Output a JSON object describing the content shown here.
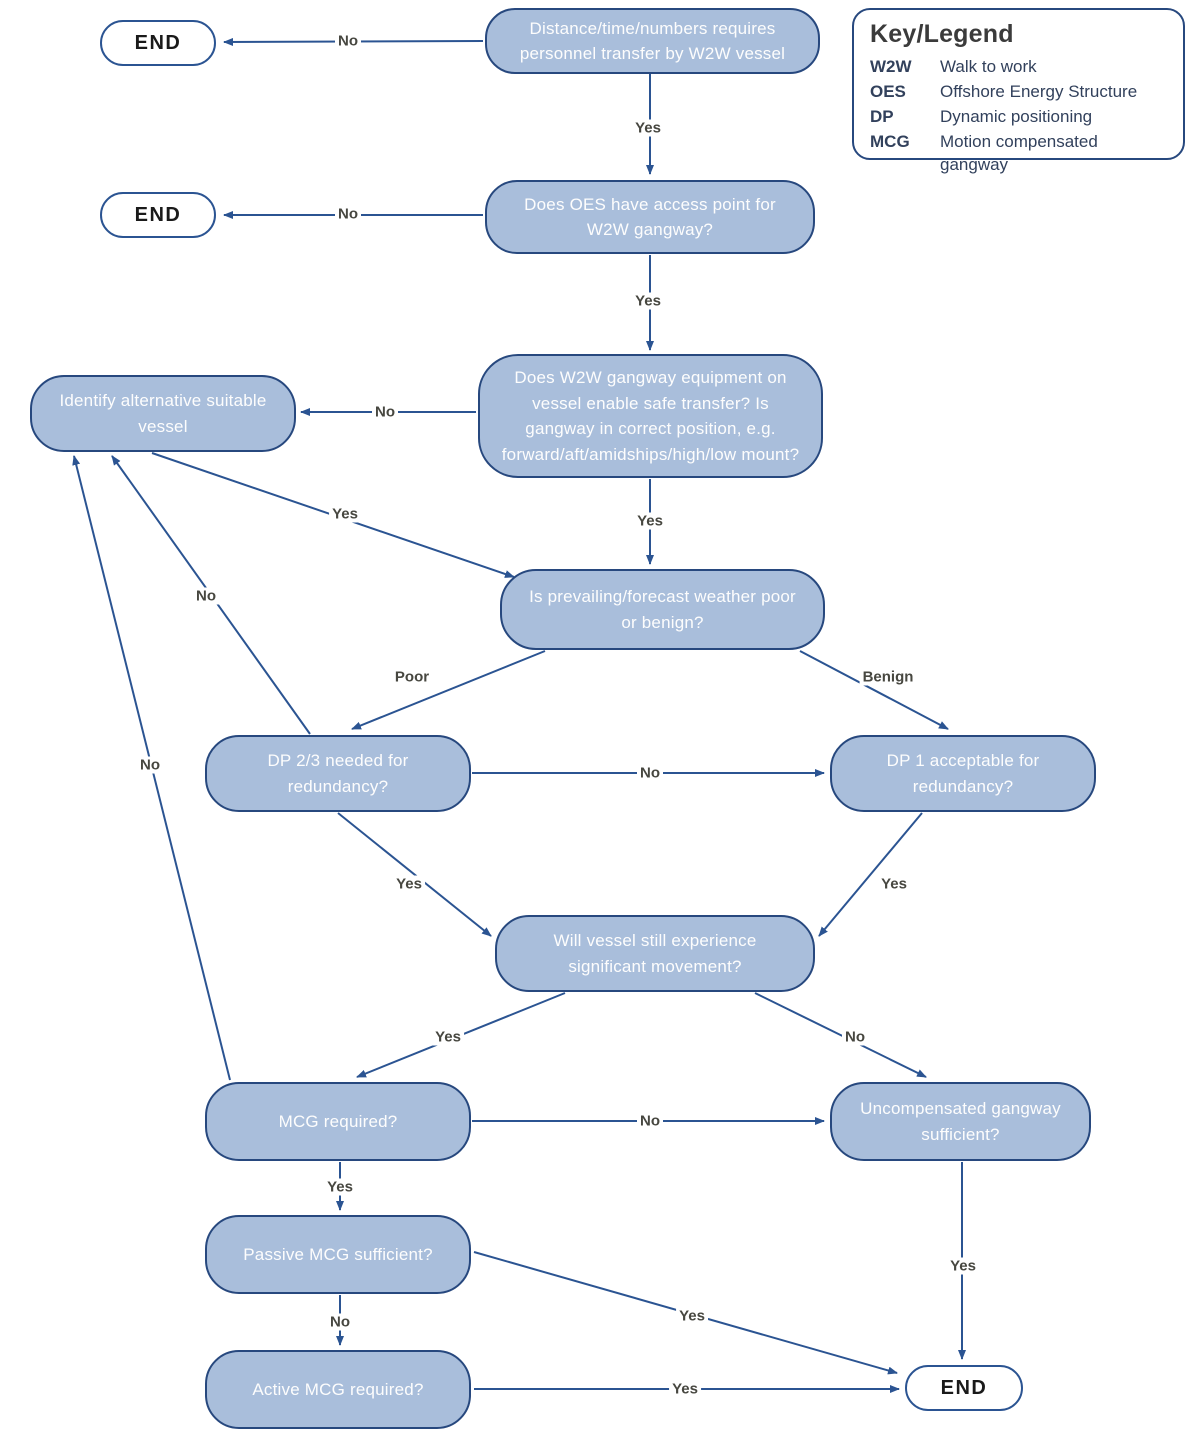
{
  "diagram": {
    "legend": {
      "title": "Key/Legend",
      "entries": [
        {
          "abbr": "W2W",
          "definition": "Walk to work"
        },
        {
          "abbr": "OES",
          "definition": "Offshore Energy Structure"
        },
        {
          "abbr": "DP",
          "definition": "Dynamic positioning"
        },
        {
          "abbr": "MCG",
          "definition": "Motion compensated gangway"
        }
      ]
    },
    "nodes": [
      {
        "id": "q1",
        "type": "question",
        "label": "Distance/time/numbers requires personnel transfer by W2W vessel"
      },
      {
        "id": "end-1",
        "type": "end",
        "label": "END"
      },
      {
        "id": "q2",
        "type": "question",
        "label": "Does OES have access point for W2W gangway?"
      },
      {
        "id": "end-2",
        "type": "end",
        "label": "END"
      },
      {
        "id": "q3",
        "type": "question",
        "label": "Does W2W gangway equipment on vessel enable safe transfer? Is gangway in correct position, e.g. forward/aft/amidships/high/low mount?"
      },
      {
        "id": "identify",
        "type": "process",
        "label": "Identify alternative suitable vessel"
      },
      {
        "id": "weather",
        "type": "question",
        "label": "Is prevailing/forecast weather poor or benign?"
      },
      {
        "id": "dp23",
        "type": "question",
        "label": "DP 2/3 needed for redundancy?"
      },
      {
        "id": "dp1",
        "type": "question",
        "label": "DP 1 acceptable for redundancy?"
      },
      {
        "id": "willmove",
        "type": "question",
        "label": "Will vessel still experience significant movement?"
      },
      {
        "id": "mcgreq",
        "type": "question",
        "label": "MCG required?"
      },
      {
        "id": "uncomp",
        "type": "question",
        "label": "Uncompensated gangway sufficient?"
      },
      {
        "id": "passive",
        "type": "question",
        "label": "Passive MCG sufficient?"
      },
      {
        "id": "active",
        "type": "question",
        "label": "Active MCG required?"
      },
      {
        "id": "end-3",
        "type": "end",
        "label": "END"
      }
    ],
    "edges": [
      {
        "from": "q1",
        "to": "end-1",
        "label": "No"
      },
      {
        "from": "q1",
        "to": "q2",
        "label": "Yes"
      },
      {
        "from": "q2",
        "to": "end-2",
        "label": "No"
      },
      {
        "from": "q2",
        "to": "q3",
        "label": "Yes"
      },
      {
        "from": "q3",
        "to": "identify",
        "label": "No"
      },
      {
        "from": "q3",
        "to": "weather",
        "label": "Yes"
      },
      {
        "from": "identify",
        "to": "weather",
        "label": "Yes"
      },
      {
        "from": "weather",
        "to": "dp23",
        "label": "Poor"
      },
      {
        "from": "weather",
        "to": "dp1",
        "label": "Benign"
      },
      {
        "from": "dp23",
        "to": "dp1",
        "label": "No"
      },
      {
        "from": "dp23",
        "to": "identify",
        "label": "No"
      },
      {
        "from": "dp23",
        "to": "willmove",
        "label": "Yes"
      },
      {
        "from": "dp1",
        "to": "willmove",
        "label": "Yes"
      },
      {
        "from": "willmove",
        "to": "mcgreq",
        "label": "Yes"
      },
      {
        "from": "willmove",
        "to": "uncomp",
        "label": "No"
      },
      {
        "from": "mcgreq",
        "to": "identify",
        "label": "No"
      },
      {
        "from": "mcgreq",
        "to": "uncomp",
        "label": "No"
      },
      {
        "from": "mcgreq",
        "to": "passive",
        "label": "Yes"
      },
      {
        "from": "passive",
        "to": "active",
        "label": "No"
      },
      {
        "from": "passive",
        "to": "end-3",
        "label": "Yes"
      },
      {
        "from": "active",
        "to": "end-3",
        "label": "Yes"
      },
      {
        "from": "uncomp",
        "to": "end-3",
        "label": "Yes"
      }
    ],
    "colors": {
      "node_fill": "#a9bedb",
      "node_border": "#27487e",
      "node_text": "#fdfdfd",
      "line": "#2b5492",
      "edge_label_text": "#474740"
    }
  }
}
